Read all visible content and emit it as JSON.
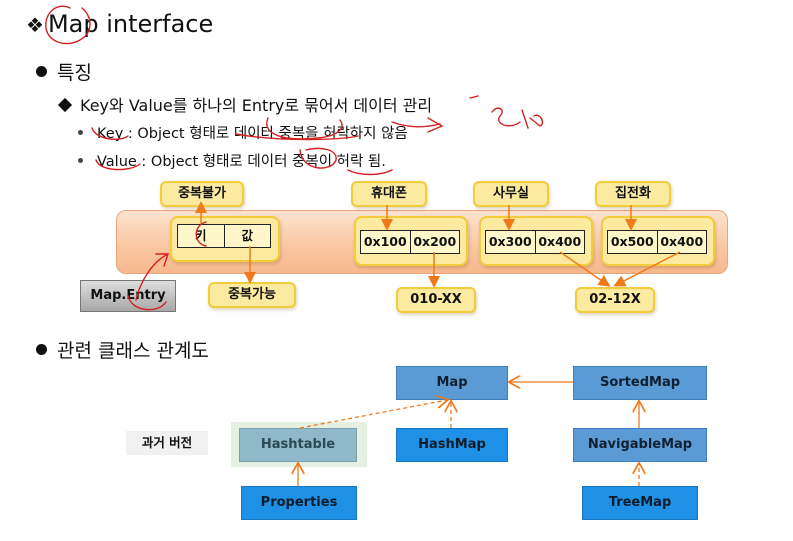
{
  "title": "Map interface",
  "features": {
    "heading": "특징",
    "point": "Key와 Value를 하나의 Entry로 묶어서 데이터 관리",
    "key_line": "Key : Object 형태로 데이터 중복을 허락하지 않음",
    "value_line": "Value : Object 형태로 데이터 중복이 허락 됨."
  },
  "diagram": {
    "no_dup_label": "중복불가",
    "dup_ok_label": "중복가능",
    "key_cell": "키",
    "value_cell": "값",
    "entry_label": "Map.Entry",
    "groups": [
      {
        "label": "휴대폰",
        "cells": [
          "0x100",
          "0x200"
        ]
      },
      {
        "label": "사무실",
        "cells": [
          "0x300",
          "0x400"
        ]
      },
      {
        "label": "집전화",
        "cells": [
          "0x500",
          "0x400"
        ]
      }
    ],
    "values": [
      "010-XX",
      "02-12X"
    ]
  },
  "classes": {
    "heading": "관련 클래스 관계도",
    "old_version_label": "과거 버전",
    "map": "Map",
    "sorted_map": "SortedMap",
    "hashtable": "Hashtable",
    "hash_map": "HashMap",
    "navigable_map": "NavigableMap",
    "properties": "Properties",
    "tree_map": "TreeMap"
  }
}
